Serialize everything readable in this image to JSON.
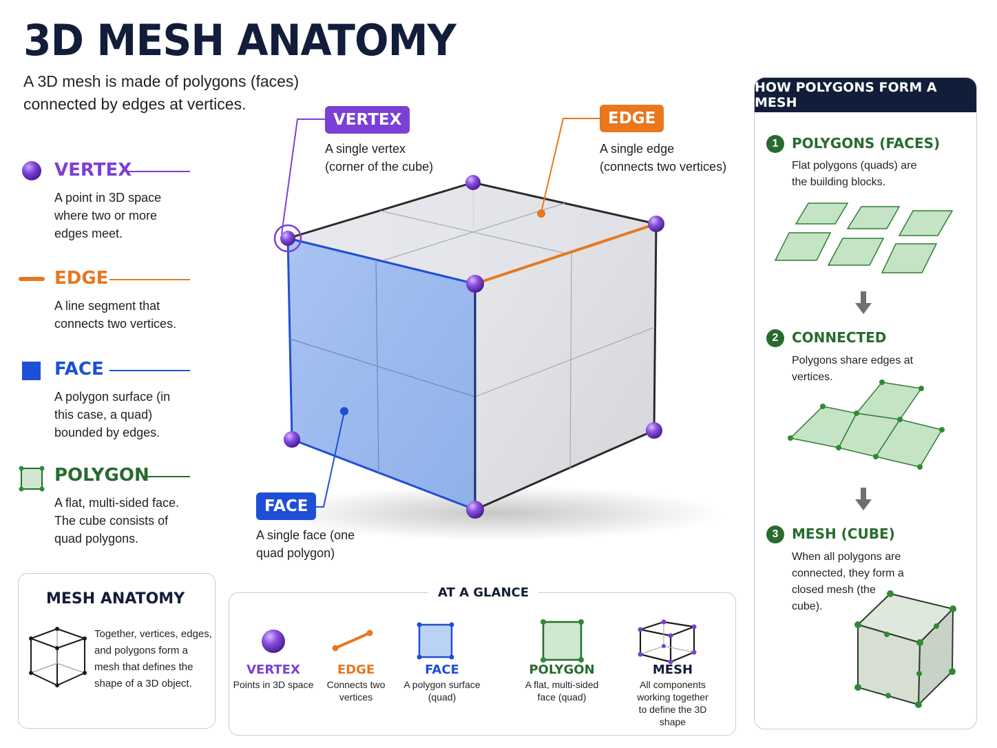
{
  "title": "3D MESH ANATOMY",
  "subtitle": "A 3D mesh is made of polygons (faces) connected by edges at vertices.",
  "colors": {
    "vertex": "#7b3fd6",
    "edge": "#e8771e",
    "face": "#1e4fd6",
    "polygon": "#276b2e",
    "navy": "#121d3a"
  },
  "legend": [
    {
      "name": "VERTEX",
      "desc": "A point in 3D space where two or more edges meet.",
      "icon": "purple-sphere-icon"
    },
    {
      "name": "EDGE",
      "desc": "A line segment that connects two vertices.",
      "icon": "orange-line-icon"
    },
    {
      "name": "FACE",
      "desc": "A polygon surface (in this case, a quad) bounded by edges.",
      "icon": "blue-square-icon"
    },
    {
      "name": "POLYGON",
      "desc": "A flat, multi-sided face. The cube consists of quad polygons.",
      "icon": "green-quad-icon"
    }
  ],
  "callouts": {
    "vertex": {
      "label": "VERTEX",
      "desc": "A single vertex (corner of the cube)"
    },
    "edge": {
      "label": "EDGE",
      "desc": "A single edge (connects two vertices)"
    },
    "face": {
      "label": "FACE",
      "desc": "A single face (one quad polygon)"
    }
  },
  "how_polygons": {
    "title": "HOW POLYGONS FORM A MESH",
    "steps": [
      {
        "num": "1",
        "title": "POLYGONS (FACES)",
        "desc": "Flat polygons (quads) are the building blocks."
      },
      {
        "num": "2",
        "title": "CONNECTED",
        "desc": "Polygons share edges at vertices."
      },
      {
        "num": "3",
        "title": "MESH (CUBE)",
        "desc": "When all polygons are connected, they form a closed mesh (the cube)."
      }
    ]
  },
  "mesh_anatomy_box": {
    "title": "MESH ANATOMY",
    "desc": "Together, vertices, edges, and polygons form a mesh that defines the shape of a 3D object."
  },
  "at_a_glance": {
    "title": "AT A GLANCE",
    "items": [
      {
        "name": "VERTEX",
        "desc": "Points in 3D space"
      },
      {
        "name": "EDGE",
        "desc": "Connects two vertices"
      },
      {
        "name": "FACE",
        "desc": "A polygon surface (quad)"
      },
      {
        "name": "POLYGON",
        "desc": "A flat, multi-sided face (quad)"
      },
      {
        "name": "MESH",
        "desc": "All components working together to define the 3D shape"
      }
    ]
  }
}
